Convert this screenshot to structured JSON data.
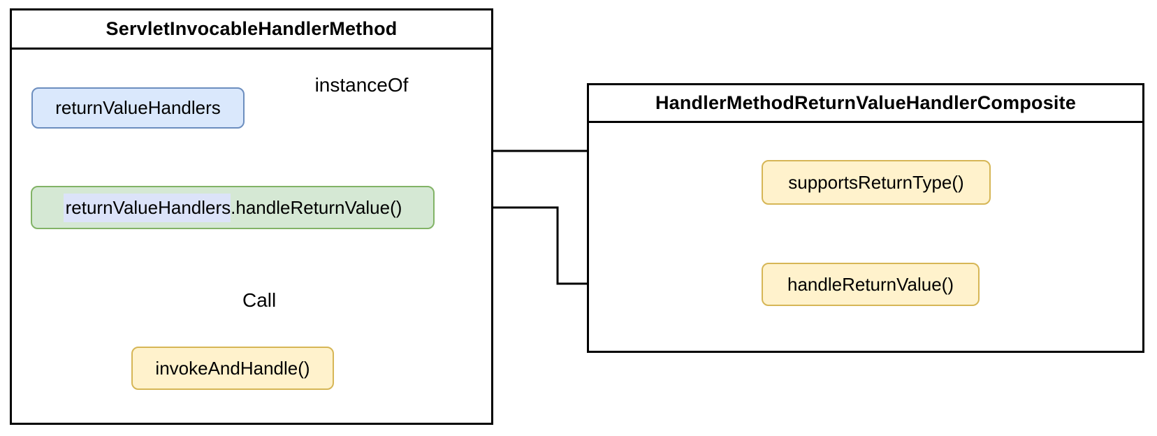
{
  "diagram": {
    "classes": {
      "servlet": {
        "title": "ServletInvocableHandlerMethod"
      },
      "composite": {
        "title": "HandlerMethodReturnValueHandlerComposite"
      }
    },
    "nodes": {
      "return_value_handlers": {
        "label": "returnValueHandlers"
      },
      "handle_call": {
        "highlight": "returnValueHandlers",
        "rest": ".handleReturnValue()"
      },
      "invoke_and_handle": {
        "label": "invokeAndHandle()"
      },
      "supports_return_type": {
        "label": "supportsReturnType()"
      },
      "handle_return_value": {
        "label": "handleReturnValue()"
      }
    },
    "edges": {
      "instance_of": {
        "label": "instanceOf"
      },
      "call": {
        "label": "Call"
      }
    },
    "colors": {
      "node_blue_fill": "#dae8fc",
      "node_blue_border": "#6c8ebf",
      "node_green_fill": "#d5e8d4",
      "node_green_border": "#82b366",
      "node_yellow_fill": "#fff2cc",
      "node_yellow_border": "#d6b656",
      "text_highlight": "#dce3f9",
      "line": "#000000",
      "background": "#ffffff"
    }
  }
}
